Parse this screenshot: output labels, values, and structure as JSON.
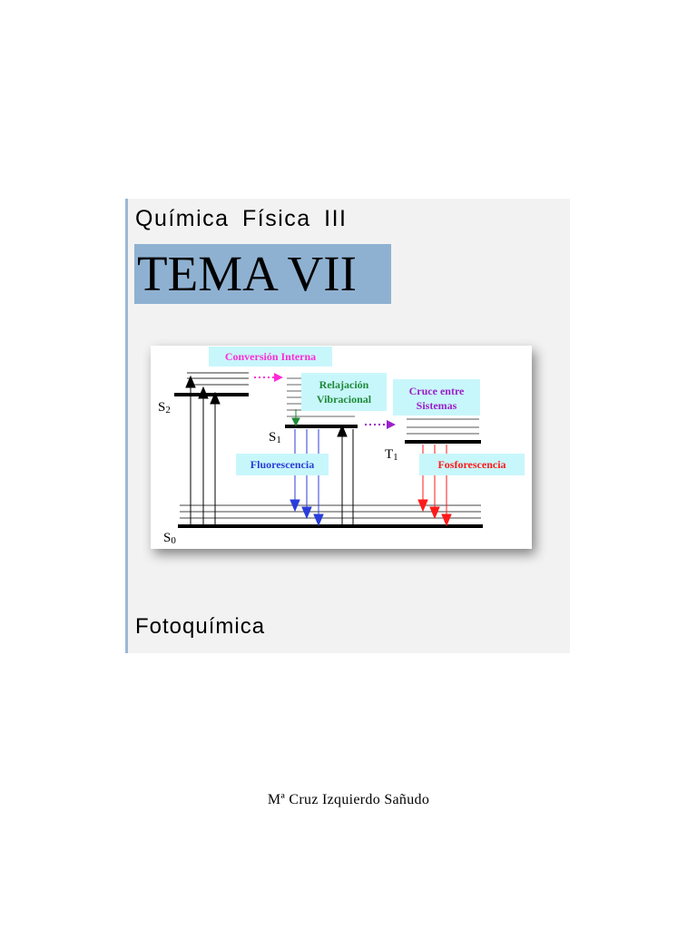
{
  "cover": {
    "subject": "Química Física III",
    "tema": "TEMA VII",
    "topic": "Fotoquímica"
  },
  "diagram": {
    "states": {
      "s2": "S",
      "s2_sub": "2",
      "s1": "S",
      "s1_sub": "1",
      "t1": "T",
      "t1_sub": "1",
      "s0": "S",
      "s0_sub": "0"
    },
    "labels": {
      "internal_conversion": "Conversión Interna",
      "vibrational_relaxation_1": "Relajación",
      "vibrational_relaxation_2": "Vibracional",
      "intersystem_crossing_1": "Cruce entre",
      "intersystem_crossing_2": "Sistemas",
      "fluorescence": "Fluorescencia",
      "phosphorescence": "Fosforescencia"
    },
    "colors": {
      "internal_conversion": "#ff2bd6",
      "vibrational_relaxation": "#1f8a3a",
      "intersystem_crossing": "#9b1fc9",
      "fluorescence": "#2a3ddb",
      "phosphorescence": "#ff1a1a",
      "label_background": "#c8f7fb"
    }
  },
  "author": "Mª Cruz Izquierdo Sañudo"
}
